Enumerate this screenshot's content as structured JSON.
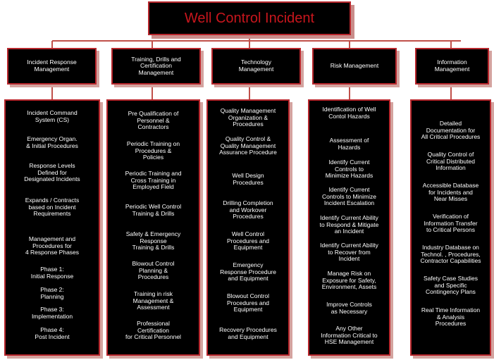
{
  "title": "Well Control Incident",
  "columns": [
    {
      "header": "Incident Response\nManagement",
      "items": [
        "Incident Command\nSystem  (CS)",
        "Emergency Organ.\n& Initial Procedures",
        "Response Levels\nDefined for\nDesignated Incidents",
        "Expands / Contracts\nbased on Incident\nRequirements",
        "Management and\nProcedures for\n4 Response Phases",
        "Phase 1:\nInitial Response",
        "Phase 2:\nPlanning",
        "Phase 3:\nImplementation",
        "Phase 4:\nPost Incident"
      ]
    },
    {
      "header": "Training, Drills and\nCertification\nManagement",
      "items": [
        "Pre  Qualification of\nPersonnel  &\nContractors",
        "Periodic Training on\nProcedures &\nPolicies",
        "Periodic Training and\nCross Training in\nEmployed Field",
        "Periodic Well Control\nTraining & Drills",
        "Safety &  Emergency\nResponse\nTraining & Drills",
        "Blowout Control\nPlanning  &\nProcedures",
        "Training in risk\nManagement &\nAssessment",
        "Professional\nCertification\nfor Critical Personnel"
      ]
    },
    {
      "header": "Technology\nManagement",
      "items": [
        "Quality Management\nOrganization &\nProcedures",
        "Quality Control &\nQuality Management\nAssurance Procedure",
        "Well  Design\nProcedures",
        "Drilling Completion\nand Workover\nProcedures",
        "Well Control\nProcedures and\nEquipment",
        "Emergency\nResponse Procedure\nand Equipment",
        "Blowout Control\nProcedures and\nEquipment",
        "Recovery Procedures\nand Equipment"
      ]
    },
    {
      "header": "Risk Management",
      "items": [
        "Identification of Well\nContol Hazards",
        "Assessment of\nHazards",
        "Identify Current\nControls to\nMinimize Hazards",
        "Identify Current\nControls to Minimize\nIncident Escalation",
        "Identify Current Ability\nto Respond & Mitigate\nan Incident",
        "Identify Current Ability\nto Recover from\nIncident",
        "Manage Risk on\nExposure for Safety,\nEnvironment, Assets",
        "Improve Controls\nas Necessary",
        "Any Other\nInformation Critical to\nHSE Management"
      ]
    },
    {
      "header": "Information\nManagement",
      "items": [
        "Detailed\nDocumentation for\nAll Critical Procedures",
        "Quality Control of\nCritical Distributed\nInformation",
        "Accessible Database\nfor Incidents and\nNear Misses",
        "Verification of\nInformation Transfer\nto Critical Persons",
        "Industry Database on\nTechnol. , Procedures,\nContractor Capabilities",
        "Safety Case Studies\nand Specific\nContingency Plans",
        "Real Time Information\n& Analysis\nProcedures"
      ]
    }
  ]
}
